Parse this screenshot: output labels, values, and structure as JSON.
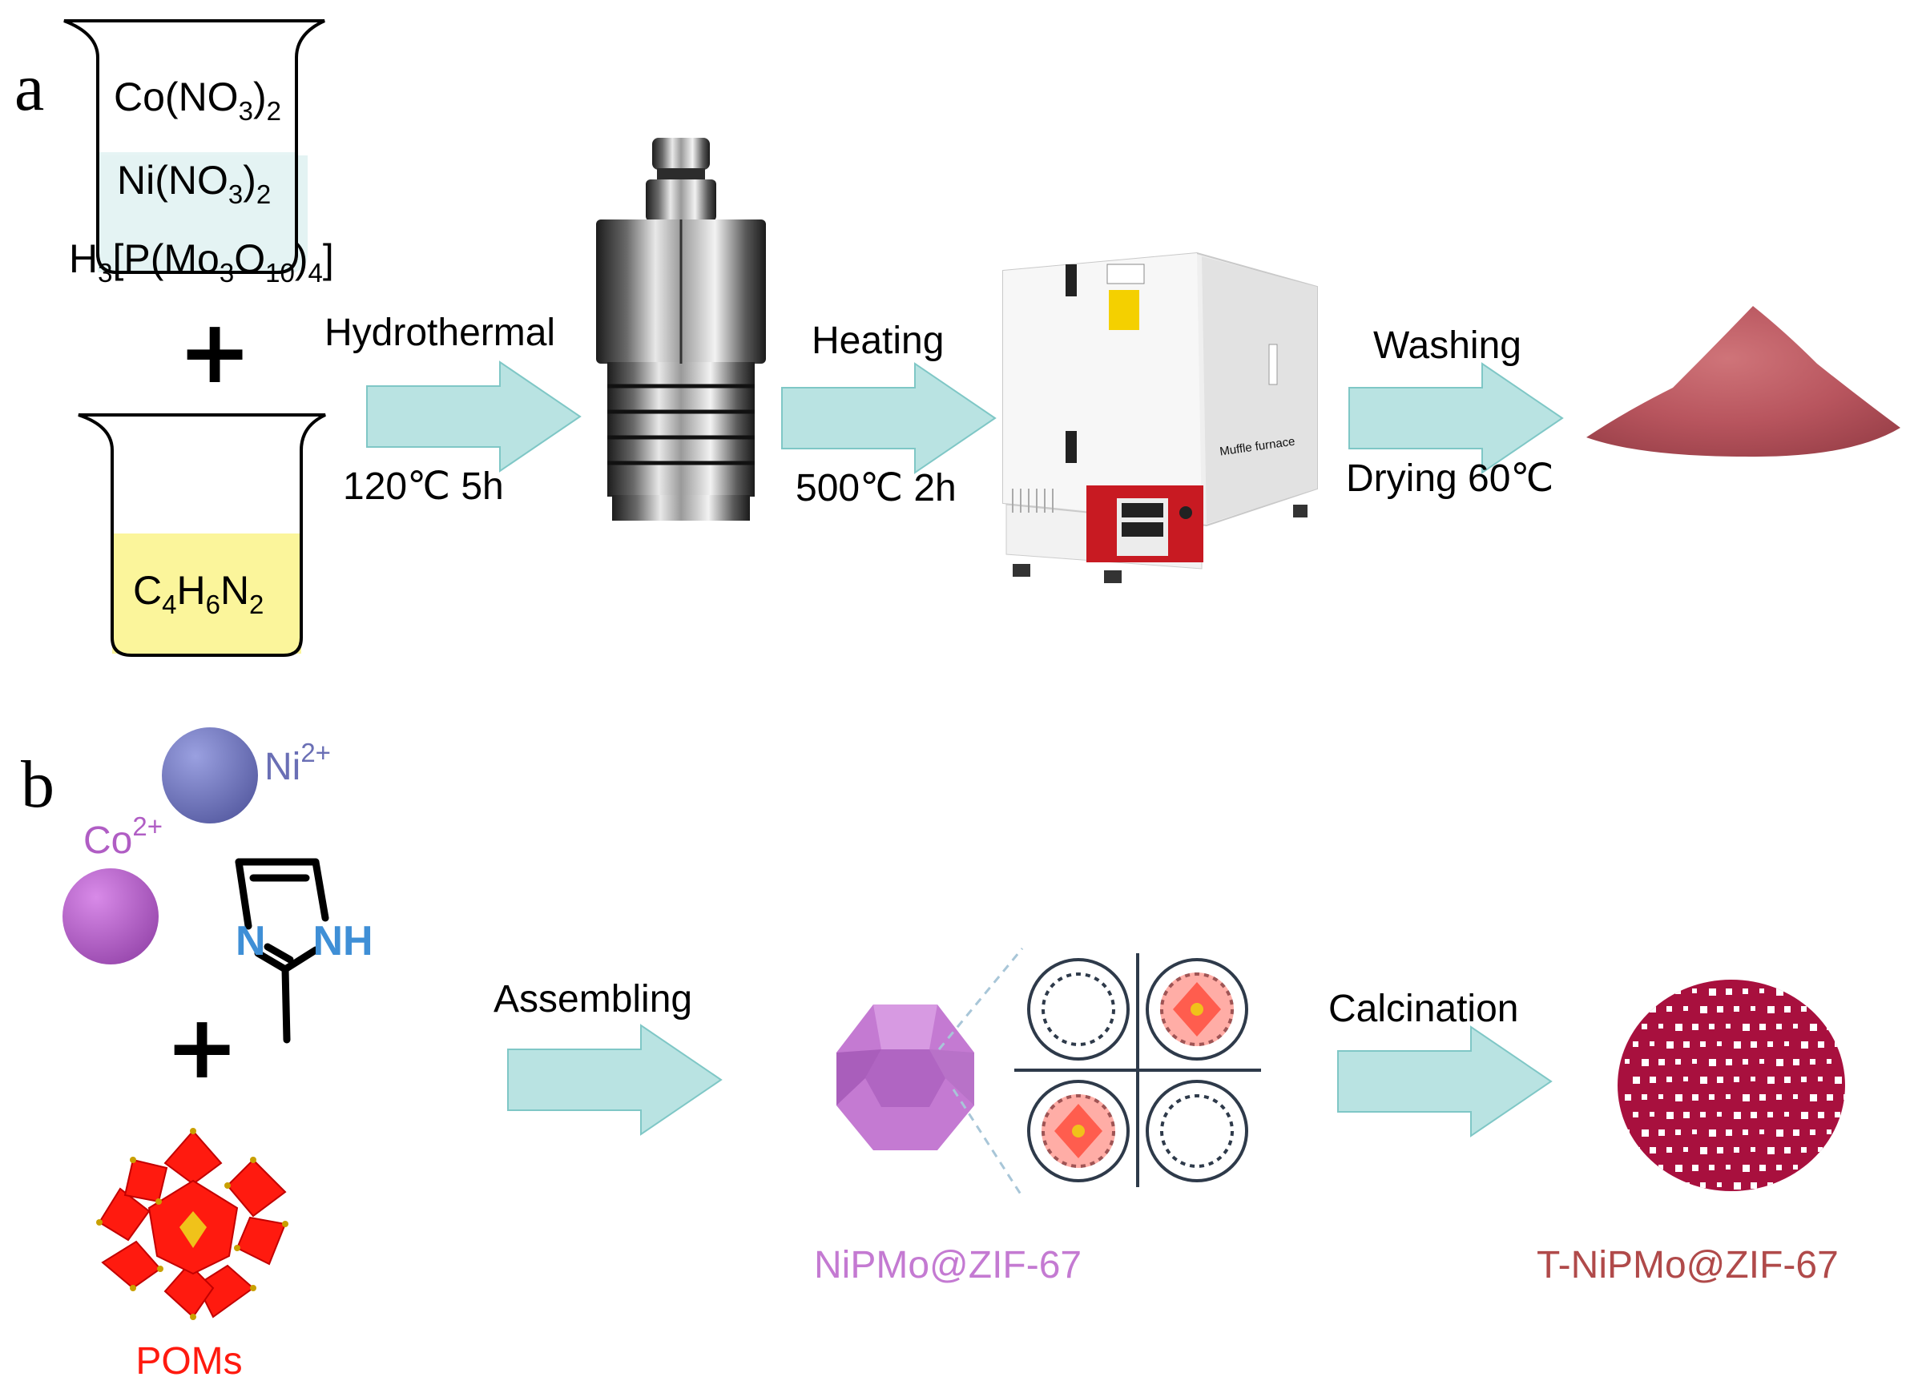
{
  "panel_a": {
    "letter": "a",
    "beaker1": {
      "lines": [
        {
          "main": "Co(NO",
          "sub": "3",
          "tail": ")",
          "sub2": "2"
        },
        {
          "main": "Ni(NO",
          "sub": "3",
          "tail": ")",
          "sub2": "2"
        },
        {
          "parts": [
            [
              "H",
              ""
            ],
            [
              "3",
              "sub"
            ],
            [
              "[P(Mo",
              ""
            ],
            [
              "3",
              "sub"
            ],
            [
              "O",
              ""
            ],
            [
              "10",
              "sub"
            ],
            [
              ")",
              ""
            ],
            [
              "4",
              "sub"
            ],
            [
              "]",
              ""
            ]
          ]
        }
      ],
      "liquid_color": "#e3f3f3"
    },
    "beaker2": {
      "formula": [
        [
          "C",
          ""
        ],
        [
          "4",
          "sub"
        ],
        [
          "H",
          ""
        ],
        [
          "6",
          "sub"
        ],
        [
          "N",
          ""
        ],
        [
          "2",
          "sub"
        ]
      ],
      "liquid_color": "#fbf59b"
    },
    "steps": [
      {
        "label_top": "Hydrothermal",
        "label_bottom": "120℃ 5h"
      },
      {
        "label_top": "Heating",
        "label_bottom": "500℃ 2h"
      },
      {
        "label_top": "Washing",
        "label_bottom": "Drying 60℃"
      }
    ],
    "furnace_label": "Muffle furnace",
    "arrow_color": "#b9e3e2",
    "powder_color": "#b8555e"
  },
  "panel_b": {
    "letter": "b",
    "ni_label": "Ni",
    "ni_charge": "2+",
    "co_label": "Co",
    "co_charge": "2+",
    "ligand_n1": "N",
    "ligand_n2": "NH",
    "poms_label": "POMs",
    "steps": [
      {
        "label": "Assembling"
      },
      {
        "label": "Calcination"
      }
    ],
    "product1_label": "NiPMo@ZIF-67",
    "product2_label": "T-NiPMo@ZIF-67",
    "colors": {
      "ni": "#6a6fb5",
      "co": "#b05dc4",
      "n_atom": "#3f8fd6",
      "poms": "#ff1a0f",
      "product1": "#c47ad2",
      "product2": "#b04a4a",
      "sphere": "#a8103e"
    }
  }
}
